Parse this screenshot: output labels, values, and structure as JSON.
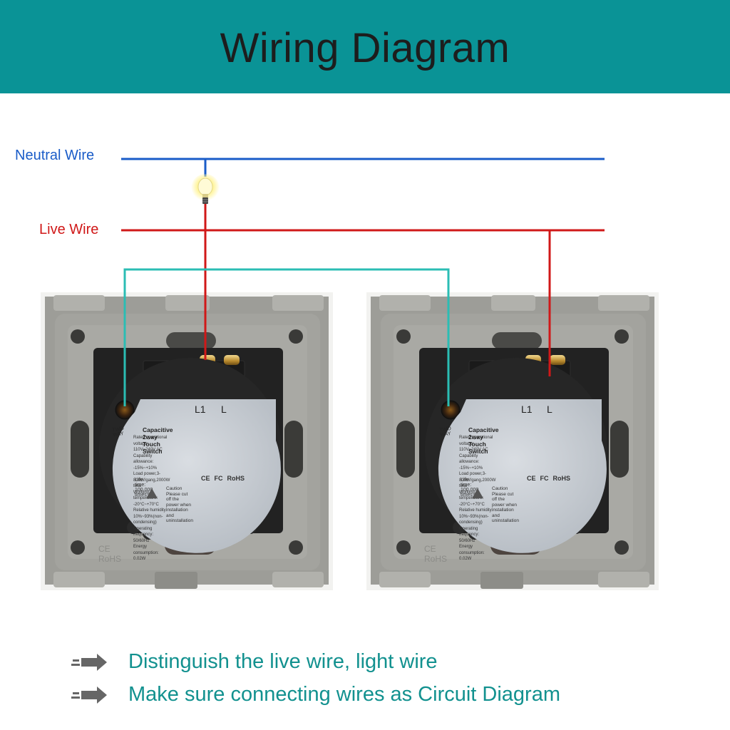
{
  "header": {
    "title": "Wiring Diagram",
    "background": "#0a9396"
  },
  "wires": {
    "neutral": {
      "label": "Neutral Wire",
      "color": "#1a5cc8"
    },
    "live": {
      "label": "Live Wire",
      "color": "#d01818"
    },
    "traveler": {
      "color": "#2bbdb4"
    }
  },
  "lamp": {
    "icon": "light-bulb-icon"
  },
  "switches": [
    {
      "name": "left",
      "terminals": [
        "L1",
        "L"
      ],
      "label": {
        "badge": "TWO WAY",
        "title": "Capacitive 2way Touch Switch",
        "specs": [
          "Rated operational voltage:  110V~240V  AC",
          "Capability allowance:   -15%~+10%",
          "Load power,3-800W/gang,2000W total",
          "Working temperature:   -20°C~+70°C",
          "Relative humidity:  10%~93%(non-condensing)",
          "Operating frequency:  50/60Hz",
          "Energy consumption:  0.02W"
        ],
        "life_time": "Life time:  100,000 times",
        "certs": [
          "CE",
          "FC",
          "RoHS"
        ],
        "caution": [
          "Caution",
          "Please cut off the",
          "power when installation",
          "and uninstallation"
        ]
      },
      "emboss": "CE RoHS"
    },
    {
      "name": "right",
      "terminals": [
        "L1",
        "L"
      ],
      "label": {
        "badge": "TWO WAY",
        "title": "Capacitive 2way Touch Switch",
        "specs": [
          "Rated operational voltage:  110V~240V  AC",
          "Capability allowance:   -15%~+10%",
          "Load power,3-800W/gang,2000W total",
          "Working temperature:   -20°C~+70°C",
          "Relative humidity:  10%~93%(non-condensing)",
          "Operating frequency:  50/60Hz",
          "Energy consumption:  0.02W"
        ],
        "life_time": "Life time:  100,000 times",
        "certs": [
          "CE",
          "FC",
          "RoHS"
        ],
        "caution": [
          "Caution",
          "Please cut off the",
          "power when installation",
          "and uninstallation"
        ]
      },
      "emboss": "CE RoHS"
    }
  ],
  "notes": [
    {
      "icon": "arrow-right-icon",
      "text": "Distinguish the live wire, light wire"
    },
    {
      "icon": "arrow-right-icon",
      "text": "Make sure connecting wires as Circuit Diagram"
    }
  ],
  "notes_color": "#12918f"
}
